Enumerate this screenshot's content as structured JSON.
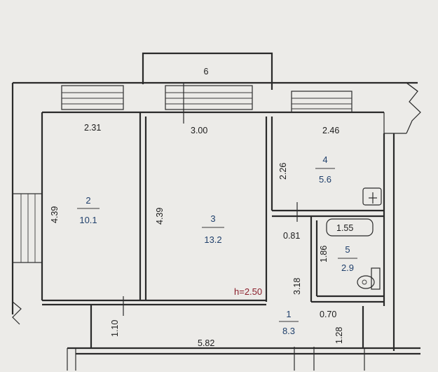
{
  "plan": {
    "rooms": [
      {
        "number": "2",
        "area": "10.1"
      },
      {
        "number": "3",
        "area": "13.2"
      },
      {
        "number": "4",
        "area": "5.6"
      },
      {
        "number": "5",
        "area": "2.9"
      },
      {
        "number": "1",
        "area": "8.3"
      },
      {
        "number": "6"
      }
    ],
    "dimensions": {
      "room2_width": "2.31",
      "room3_width": "3.00",
      "room4_width": "2.46",
      "room2_length": "4.39",
      "room3_length": "4.39",
      "room4_length": "2.26",
      "corridor_depth": "0.81",
      "bath_width": "1.55",
      "bath_length": "1.86",
      "hall_length": "3.18",
      "hall_gap": "0.70",
      "entry_depth_left": "1.10",
      "entry_depth_right": "1.28",
      "total_width": "5.82"
    },
    "ceiling_height": "h=2.50",
    "colors": {
      "walls": "#2a2a2a",
      "room_labels": "#1f3f6b",
      "height_label": "#8a1d2a",
      "background": "#ecebe8"
    }
  }
}
